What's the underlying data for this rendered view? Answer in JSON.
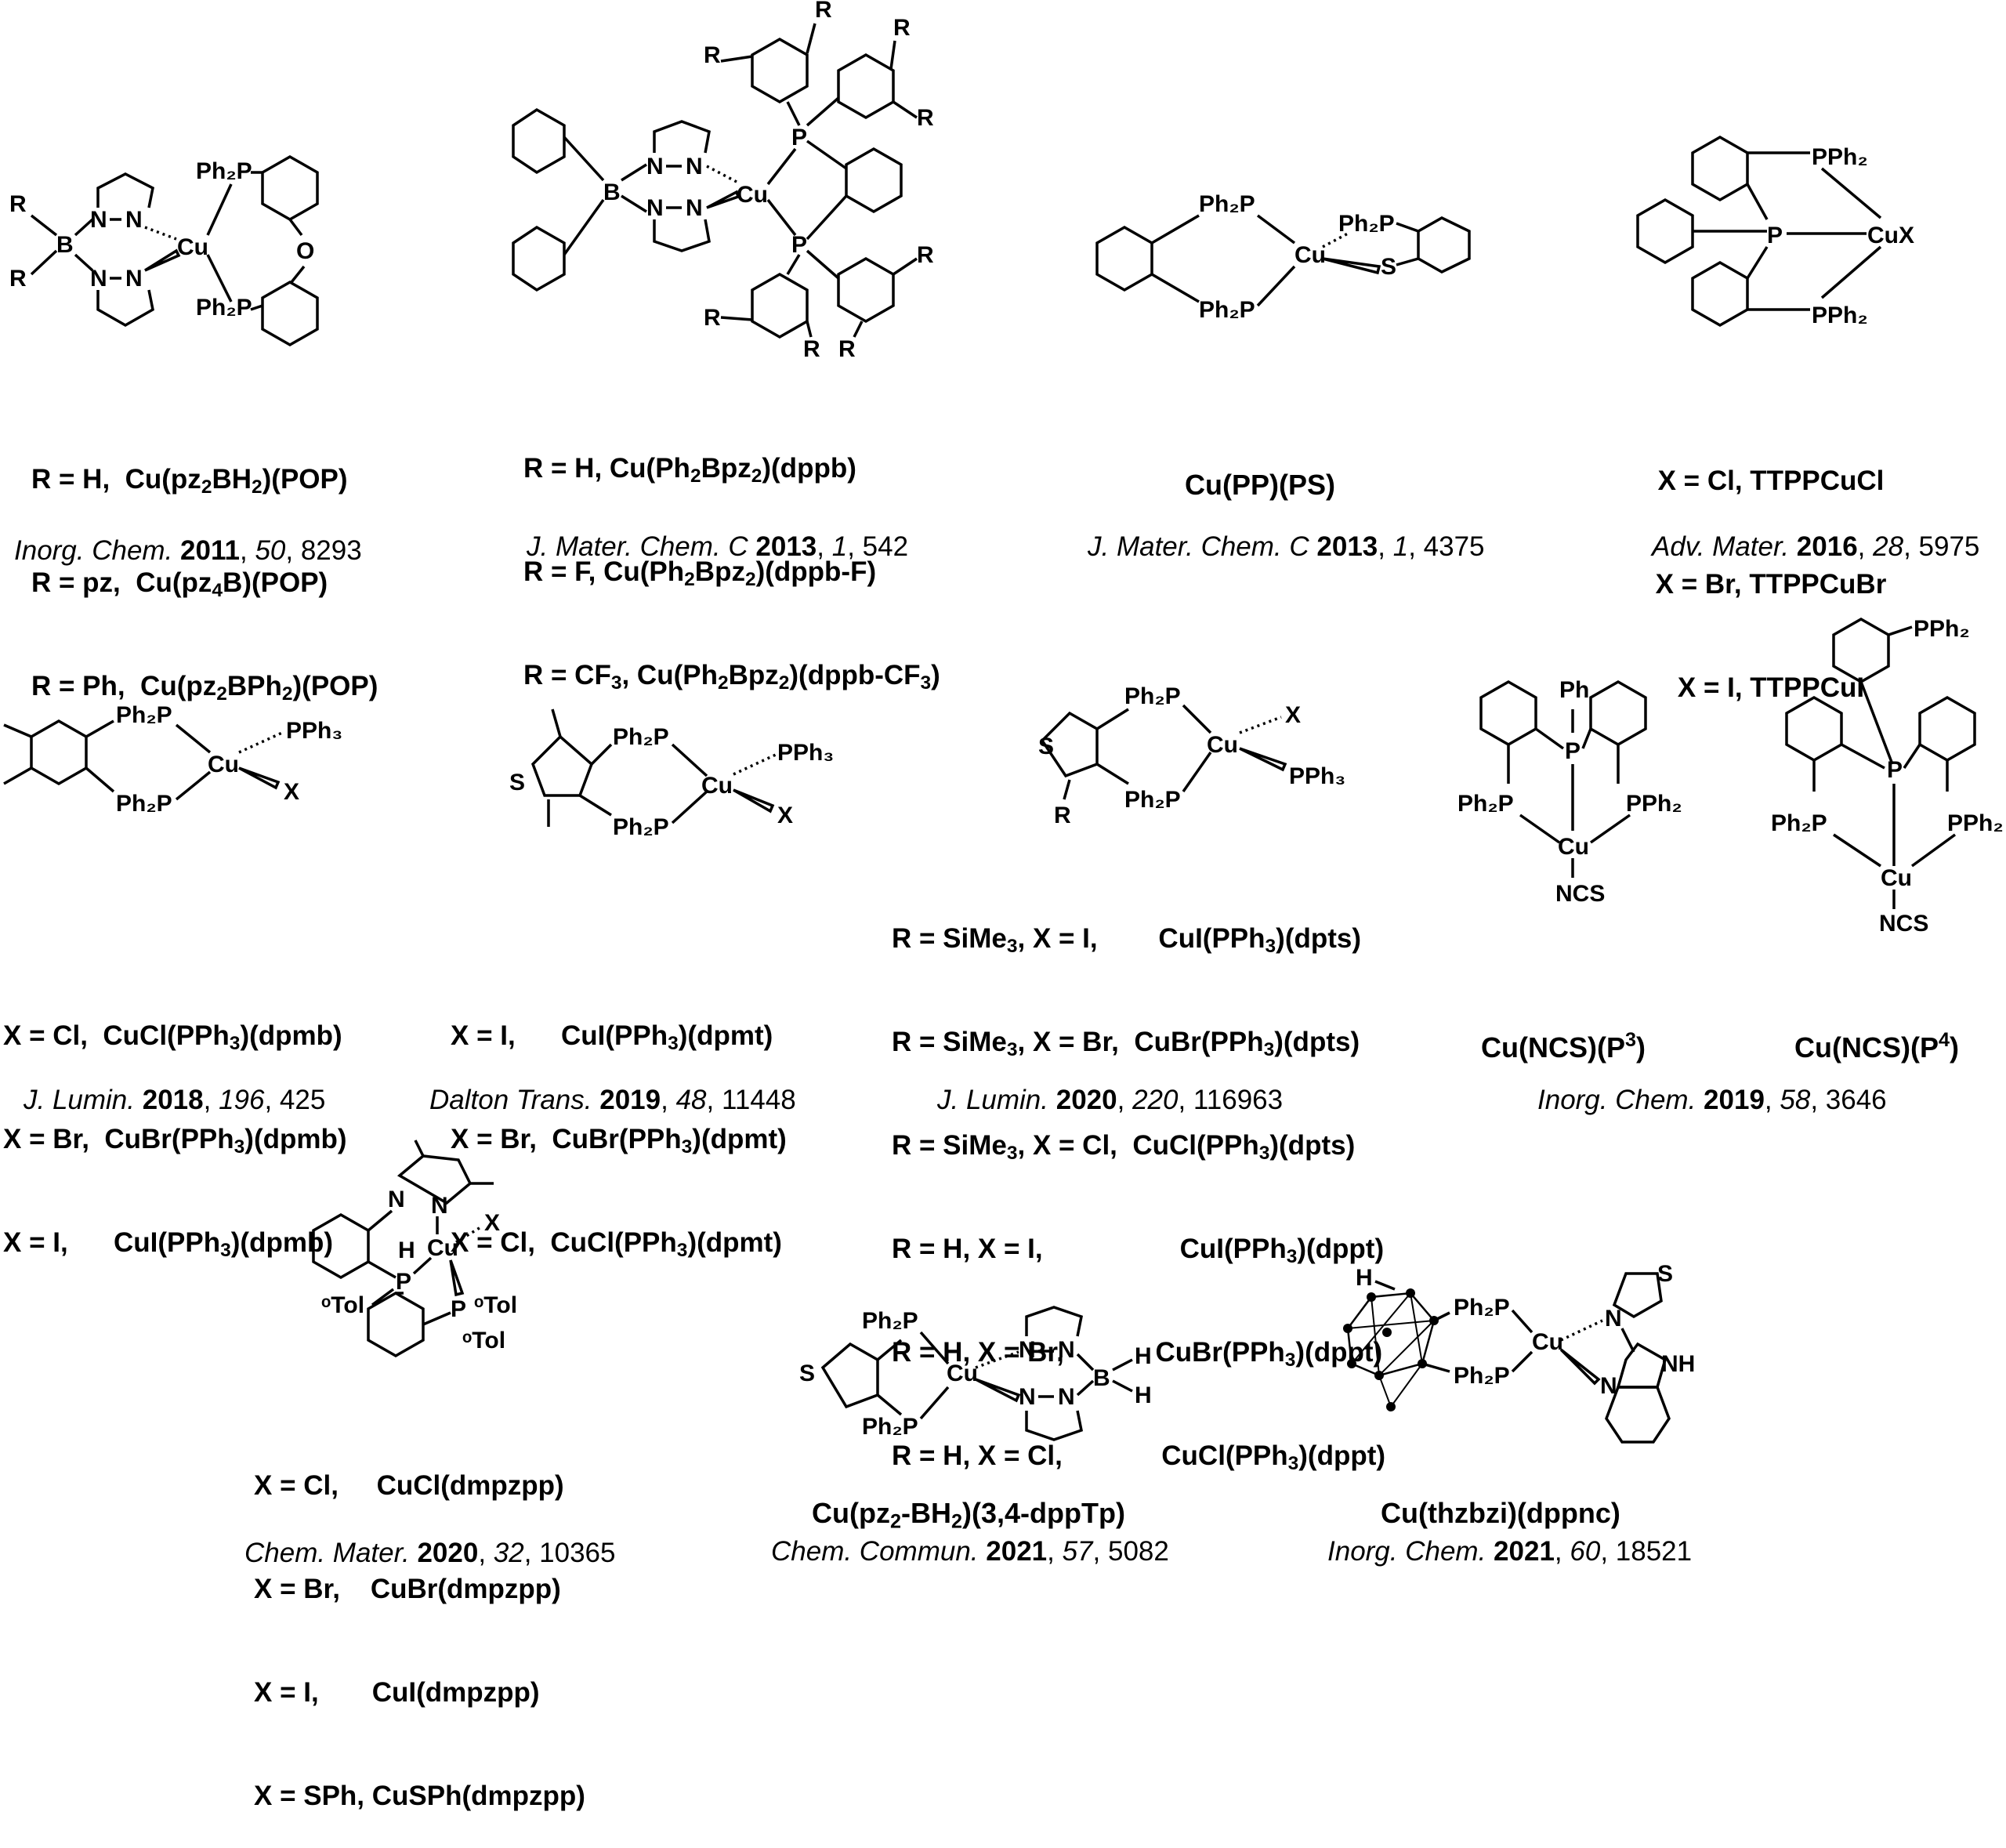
{
  "panels": [
    {
      "id": "p1",
      "labels": [
        "R = H,  Cu(pz<sub>2</sub>BH<sub>2</sub>)(POP)",
        "R = pz,  Cu(pz<sub>4</sub>B)(POP)",
        "R = Ph,  Cu(pz<sub>2</sub>BPh<sub>2</sub>)(POP)"
      ],
      "ref": {
        "journal": "Inorg. Chem.",
        "year": "2011",
        "volume": "50",
        "page": "8293"
      }
    },
    {
      "id": "p2",
      "labels": [
        "R = H, Cu(Ph<sub>2</sub>Bpz<sub>2</sub>)(dppb)",
        "R = F, Cu(Ph<sub>2</sub>Bpz<sub>2</sub>)(dppb-F)",
        "R = CF<sub>3</sub>, Cu(Ph<sub>2</sub>Bpz<sub>2</sub>)(dppb-CF<sub>3</sub>)"
      ],
      "ref": {
        "journal": "J. Mater. Chem. C",
        "year": "2013",
        "volume": "1",
        "page": "542"
      }
    },
    {
      "id": "p3",
      "caption": "Cu(PP)(PS)",
      "ref": {
        "journal": "J. Mater. Chem. C",
        "year": "2013",
        "volume": "1",
        "page": "4375"
      }
    },
    {
      "id": "p4",
      "labels": [
        "X = Cl, TTPPCuCl",
        "X = Br, TTPPCuBr",
        "X = I, TTPPCuI"
      ],
      "ref": {
        "journal": "Adv. Mater.",
        "year": "2016",
        "volume": "28",
        "page": "5975"
      }
    },
    {
      "id": "p5",
      "labels": [
        "X = Cl,  CuCl(PPh<sub>3</sub>)(dpmb)",
        "X = Br,  CuBr(PPh<sub>3</sub>)(dpmb)",
        "X = I,      CuI(PPh<sub>3</sub>)(dpmb)"
      ],
      "ref": {
        "journal": "J. Lumin.",
        "year": "2018",
        "volume": "196",
        "page": "425"
      }
    },
    {
      "id": "p6",
      "labels": [
        "X = I,      CuI(PPh<sub>3</sub>)(dpmt)",
        "X = Br,  CuBr(PPh<sub>3</sub>)(dpmt)",
        "X = Cl,  CuCl(PPh<sub>3</sub>)(dpmt)"
      ],
      "ref": {
        "journal": "Dalton Trans.",
        "year": "2019",
        "volume": "48",
        "page": "11448"
      }
    },
    {
      "id": "p7",
      "labels": [
        "R = SiMe<sub>3</sub>, X = I,        CuI(PPh<sub>3</sub>)(dpts)",
        "R = SiMe<sub>3</sub>, X = Br,  CuBr(PPh<sub>3</sub>)(dpts)",
        "R = SiMe<sub>3</sub>, X = Cl,  CuCl(PPh<sub>3</sub>)(dpts)",
        "R = H, X = I,                  CuI(PPh<sub>3</sub>)(dppt)",
        "R = H, X = Br,            CuBr(PPh<sub>3</sub>)(dppt)",
        "R = H, X = Cl,             CuCl(PPh<sub>3</sub>)(dppt)"
      ],
      "ref": {
        "journal": "J. Lumin.",
        "year": "2020",
        "volume": "220",
        "page": "116963"
      }
    },
    {
      "id": "p8",
      "captions": [
        "Cu(NCS)(P<sup>3</sup>)",
        "Cu(NCS)(P<sup>4</sup>)"
      ],
      "ref": {
        "journal": "Inorg. Chem.",
        "year": "2019",
        "volume": "58",
        "page": "3646"
      }
    },
    {
      "id": "p9",
      "labels": [
        "X = Cl,     CuCl(dmpzpp)",
        "X = Br,    CuBr(dmpzpp)",
        "X = I,       CuI(dmpzpp)",
        "X = SPh, CuSPh(dmpzpp)"
      ],
      "ref": {
        "journal": "Chem. Mater.",
        "year": "2020",
        "volume": "32",
        "page": "10365"
      }
    },
    {
      "id": "p10",
      "caption": "Cu(pz<sub>2</sub>-BH<sub>2</sub>)(3,4-dppTp)",
      "ref": {
        "journal": "Chem. Commun.",
        "year": "2021",
        "volume": "57",
        "page": "5082"
      }
    },
    {
      "id": "p11",
      "caption": "Cu(thzbzi)(dppnc)",
      "ref": {
        "journal": "Inorg. Chem.",
        "year": "2021",
        "volume": "60",
        "page": "18521"
      }
    }
  ],
  "atoms": {
    "R": "R",
    "B": "B",
    "N": "N",
    "Cu": "Cu",
    "O": "O",
    "P": "P",
    "S": "S",
    "X": "X",
    "H": "H",
    "NH": "NH",
    "Ph": "Ph",
    "F": "F",
    "Ph2P": "Ph₂P",
    "PPh2": "PPh₂",
    "PPh3": "PPh₃",
    "NCS": "NCS",
    "oTol": "ᵒTol"
  }
}
